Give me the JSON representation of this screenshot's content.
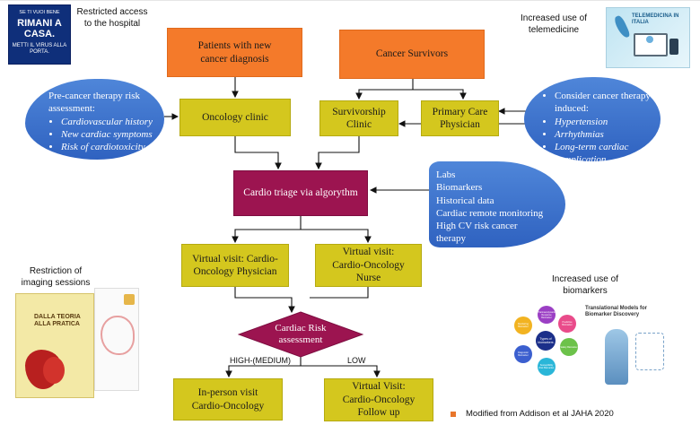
{
  "boxes": {
    "new_patients": "Patients with new cancer diagnosis",
    "survivors": "Cancer Survivors",
    "oncology_clinic": "Oncology clinic",
    "survivorship_clinic": "Survivorship Clinic",
    "primary_care": "Primary Care Physician",
    "triage": "Cardio triage via algorythm",
    "virtual_physician": "Virtual visit: Cardio-Oncology Physician",
    "virtual_nurse": "Virtual visit: Cardio-Oncology Nurse",
    "risk": "Cardiac Risk assessment",
    "inperson": "In-person visit Cardio-Oncology",
    "virtual_followup": "Virtual Visit: Cardio-Oncology Follow up"
  },
  "edge_labels": {
    "high": "HIGH-(MEDIUM)",
    "low": "LOW"
  },
  "cloud_left": {
    "intro": "Pre-cancer therapy risk assessment:",
    "items": [
      "Cardiovascular history",
      "New cardiac symptoms",
      "Risk of cardiotoxicity"
    ]
  },
  "cloud_right": {
    "intro": "Consider cancer therapy induced:",
    "items": [
      "Hypertension",
      "Arrhythmias",
      "Long-term cardiac complication"
    ]
  },
  "cloud_labs": {
    "items": [
      "Labs",
      "Biomarkers",
      "Historical data",
      "Cardiac remote monitoring",
      "High CV risk cancer therapy"
    ]
  },
  "captions": {
    "restricted_access": "Restricted access to the hospital",
    "telemedicine": "Increased use of telemedicine",
    "imaging": "Restriction of imaging sessions",
    "biomarkers": "Increased use of biomarkers",
    "source": "Modified from  Addison et al  JAHA 2020"
  },
  "poster": {
    "small": "SE TI VUOI BENE",
    "big": "RIMANI A CASA.",
    "sub": "METTI IL VIRUS ALLA PORTA."
  },
  "telemedicine_image": {
    "title": "TELEMEDICINA IN ITALIA"
  },
  "brochure": {
    "title": "DALLA TEORIA ALLA PRATICA"
  },
  "biomarker_image": {
    "title": "Translational Models for Biomarker Discovery",
    "hub": "Types of biomarkers",
    "nodes": [
      "Pharmacodynamic Response Biomarker",
      "Predictive Biomarker",
      "Safety Biomarker",
      "Susceptibility Risk Biomarker",
      "Diagnostic Biomarker",
      "Monitoring Biomarker"
    ]
  },
  "colors": {
    "orange": "#f47a2a",
    "olive": "#d4c71e",
    "maroon": "#9c1450",
    "cloud": "#3a6fcc",
    "bullet": "#e8762b"
  }
}
